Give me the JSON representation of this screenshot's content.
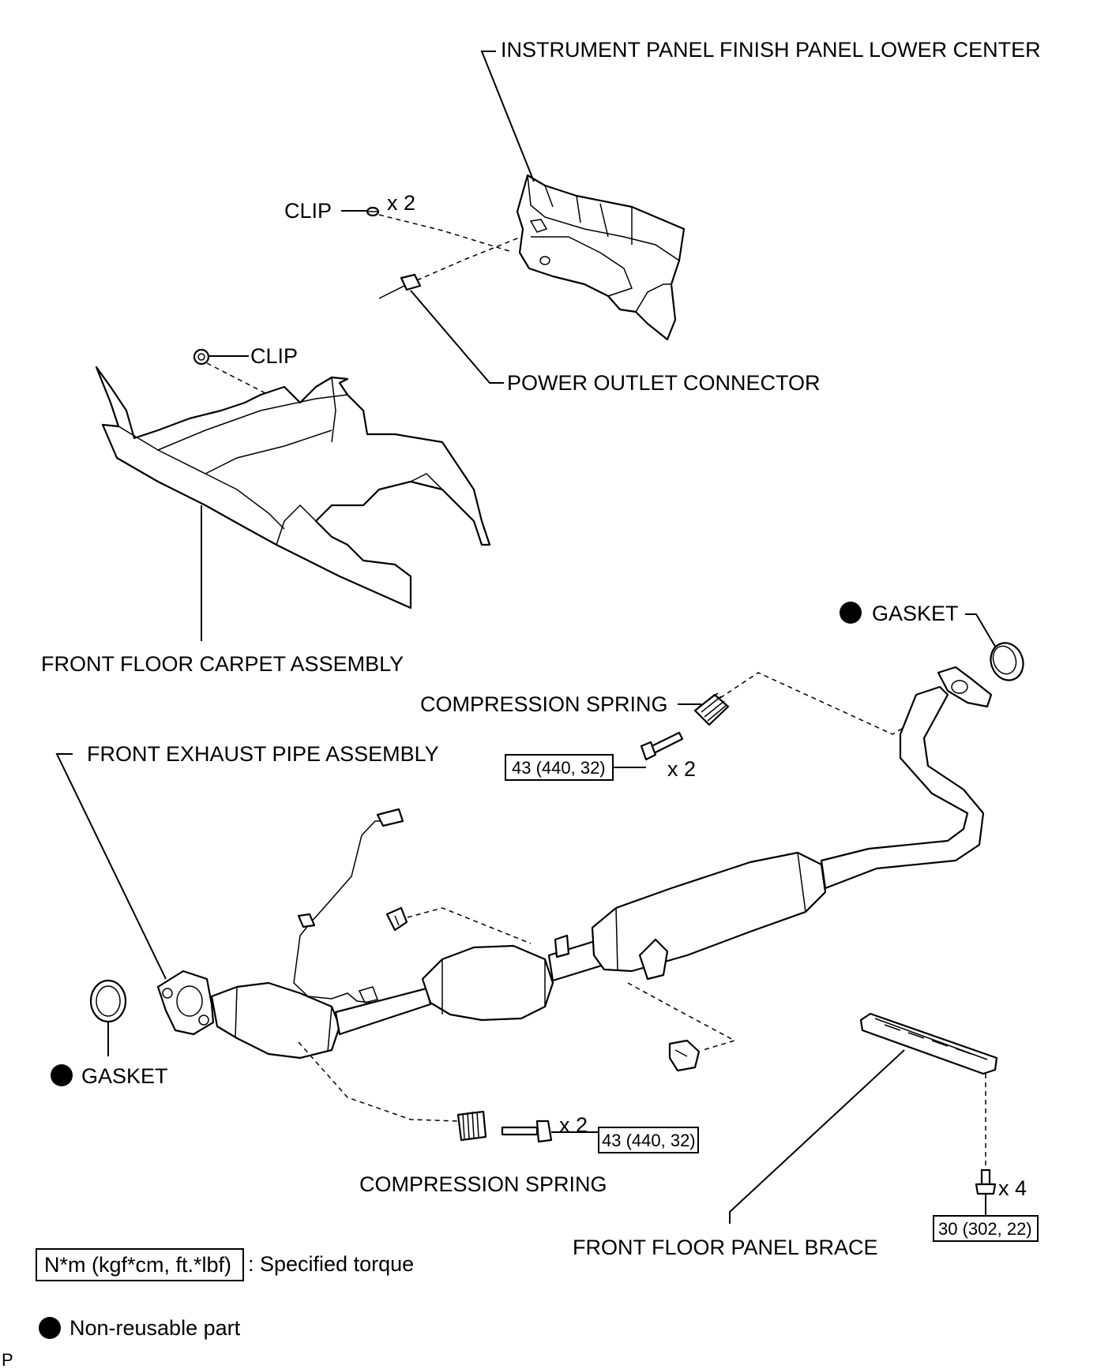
{
  "labels": {
    "instrument_panel": "INSTRUMENT PANEL FINISH PANEL LOWER CENTER",
    "clip_upper": "CLIP",
    "clip_upper_qty": "x 2",
    "clip_lower": "CLIP",
    "power_outlet_connector": "POWER OUTLET CONNECTOR",
    "front_floor_carpet": "FRONT FLOOR CARPET ASSEMBLY",
    "gasket_right": "GASKET",
    "compression_spring_upper": "COMPRESSION SPRING",
    "front_exhaust_pipe": "FRONT EXHAUST PIPE ASSEMBLY",
    "bolt_upper_qty": "x 2",
    "gasket_left": "GASKET",
    "bolt_lower_qty": "x 2",
    "compression_spring_lower": "COMPRESSION SPRING",
    "bolt_brace_qty": "x 4",
    "front_floor_panel_brace": "FRONT FLOOR PANEL BRACE"
  },
  "torques": {
    "upper_bolts": "43 (440, 32)",
    "lower_bolts": "43 (440, 32)",
    "brace_bolts": "30 (302, 22)"
  },
  "legend": {
    "torque_box": "N*m (kgf*cm, ft.*lbf)",
    "torque_text": ": Specified torque",
    "nonreusable_text": "Non-reusable part"
  },
  "corner_code": "P"
}
